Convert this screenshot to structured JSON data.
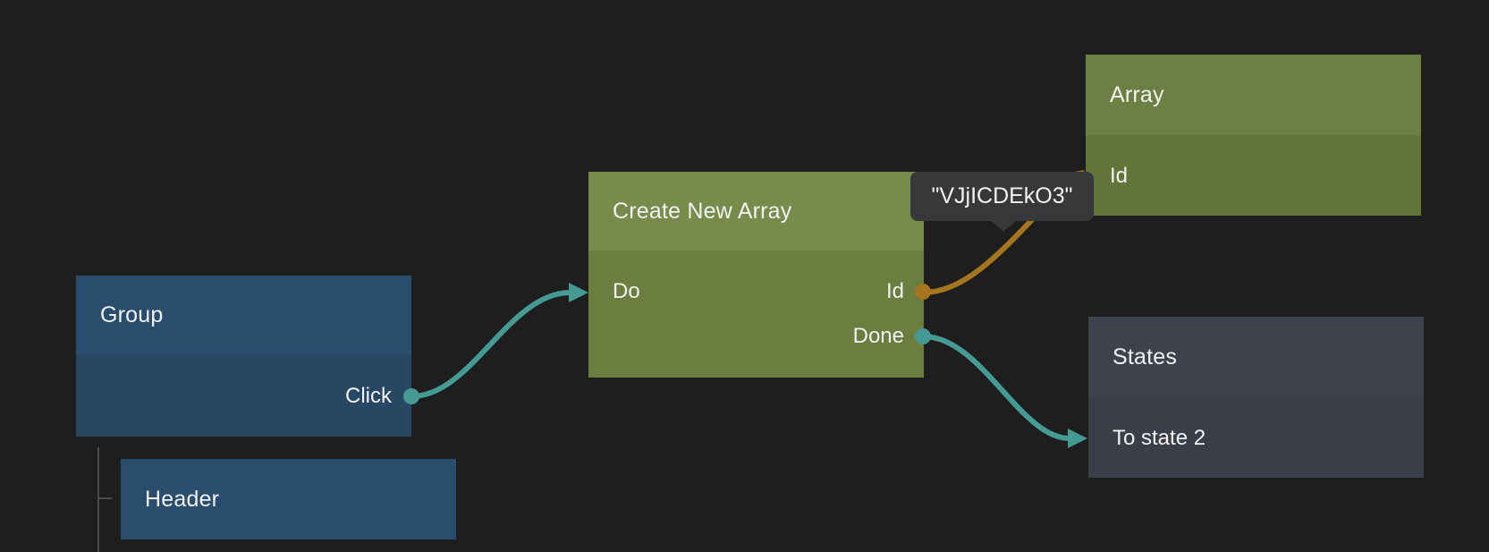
{
  "app": {
    "type": "node-graph-editor-canvas",
    "background_color": "#1e1e1e",
    "tree_line_color": "#4a4a4a",
    "text_color": "#f2f2f2"
  },
  "colors": {
    "connection_teal": "#459a93",
    "connection_orange": "#a5761e",
    "port_teal": "#459a93",
    "port_orange": "#a5761e"
  },
  "nodes": [
    {
      "title": "Group",
      "header_color": "#2a4d6e",
      "body_color": "#274763",
      "outputs": [
        {
          "label": "Click",
          "port_color": "#459a93"
        }
      ],
      "inputs": []
    },
    {
      "title": "Create New Array",
      "header_color": "#778b4b",
      "body_color": "#6b7d3f",
      "inputs": [
        {
          "label": "Do"
        }
      ],
      "outputs": [
        {
          "label": "Id",
          "port_color": "#a5761e"
        },
        {
          "label": "Done",
          "port_color": "#459a93"
        }
      ]
    },
    {
      "title": "Array",
      "header_color": "#6d8044",
      "body_color": "#647539",
      "inputs": [
        {
          "label": "Id"
        }
      ],
      "outputs": []
    },
    {
      "title": "States",
      "header_color": "#3e424d",
      "body_color": "#3a3e48",
      "inputs": [
        {
          "label": "To state 2"
        }
      ],
      "outputs": []
    },
    {
      "title": "Header",
      "header_color": "#2a4d6e",
      "inputs": [],
      "outputs": []
    }
  ],
  "connections": [
    {
      "from": "Group.Click",
      "to": "Create New Array.Do",
      "color": "#459a93"
    },
    {
      "from": "Create New Array.Id",
      "to": "Array.Id",
      "color": "#a5761e"
    },
    {
      "from": "Create New Array.Done",
      "to": "States.To state 2",
      "color": "#459a93"
    }
  ],
  "tooltip": {
    "text": "\"VJjICDEkO3\"",
    "background_color": "#37383a"
  }
}
